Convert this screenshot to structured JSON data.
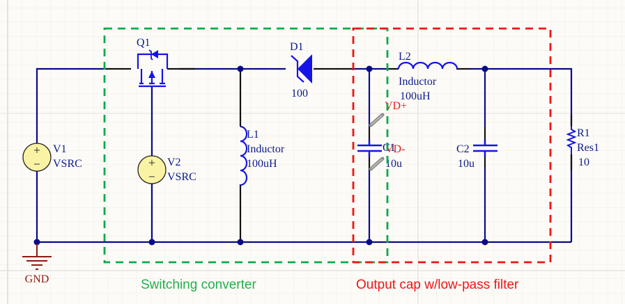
{
  "schematic": {
    "colors": {
      "background": "#fdfbf7",
      "grid": "#ece9e2",
      "wire": "#0a0a8a",
      "component": "#1414e6",
      "label": "#0a1a8a",
      "ground": "#8b1a14",
      "source_fill": "#fbf3a4",
      "probe_label": "#e8201c",
      "region_green": "#0aaa4a",
      "region_red": "#f01414"
    },
    "components": {
      "V1": {
        "designator": "V1",
        "type": "VSRC"
      },
      "V2": {
        "designator": "V2",
        "type": "VSRC"
      },
      "Q1": {
        "designator": "Q1"
      },
      "L1": {
        "designator": "L1",
        "type": "Inductor",
        "value": "100uH"
      },
      "D1": {
        "designator": "D1",
        "value": "100"
      },
      "C1": {
        "designator": "C1",
        "value": "10u"
      },
      "L2": {
        "designator": "L2",
        "type": "Inductor",
        "value": "100uH"
      },
      "C2": {
        "designator": "C2",
        "value": "10u"
      },
      "R1": {
        "designator": "R1",
        "type": "Res1",
        "value": "10"
      },
      "GND": {
        "label": "GND"
      }
    },
    "probes": {
      "vd_plus": "VD+",
      "vd_minus": "VD-"
    },
    "symbols": {
      "plus": "+",
      "minus": "−"
    },
    "regions": [
      {
        "name": "switching-converter",
        "caption": "Switching converter",
        "color": "green"
      },
      {
        "name": "output-filter",
        "caption": "Output cap w/low-pass filter",
        "color": "red"
      }
    ]
  }
}
